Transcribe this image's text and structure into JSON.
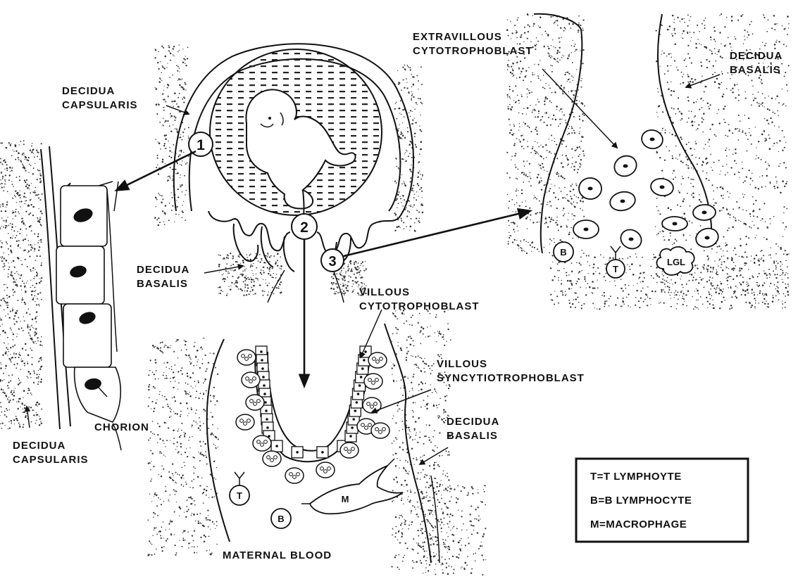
{
  "labels": {
    "decidua_capsularis_top": [
      "DECIDUA",
      "CAPSULARIS"
    ],
    "decidua_capsularis_bottom": [
      "DECIDUA",
      "CAPSULARIS"
    ],
    "chorion": "CHORION",
    "decidua_basalis_left": [
      "DECIDUA",
      "BASALIS"
    ],
    "decidua_basalis_top_right": [
      "DECIDUA",
      "BASALIS"
    ],
    "decidua_basalis_lower_right": [
      "DECIDUA",
      "BASALIS"
    ],
    "extravillous_cytotrophoblast": [
      "EXTRAVILLOUS",
      "CYTOTROPHOBLAST"
    ],
    "villous_cytotrophoblast": [
      "VILLOUS",
      "CYTOTROPHOBLAST"
    ],
    "villous_syncytiotrophoblast": [
      "VILLOUS",
      "SYNCYTIOTROPHOBLAST"
    ],
    "maternal_blood": "MATERNAL BLOOD"
  },
  "site_markers": [
    "1",
    "2",
    "3"
  ],
  "cell_labels": {
    "b_cell": "B",
    "t_cell": "T",
    "lgl_cell": "LGL",
    "macrophage": "M"
  },
  "legend": {
    "items": [
      "T=T LYMPHOYTE",
      "B=B LYMPHOCYTE",
      "M=MACROPHAGE"
    ]
  }
}
